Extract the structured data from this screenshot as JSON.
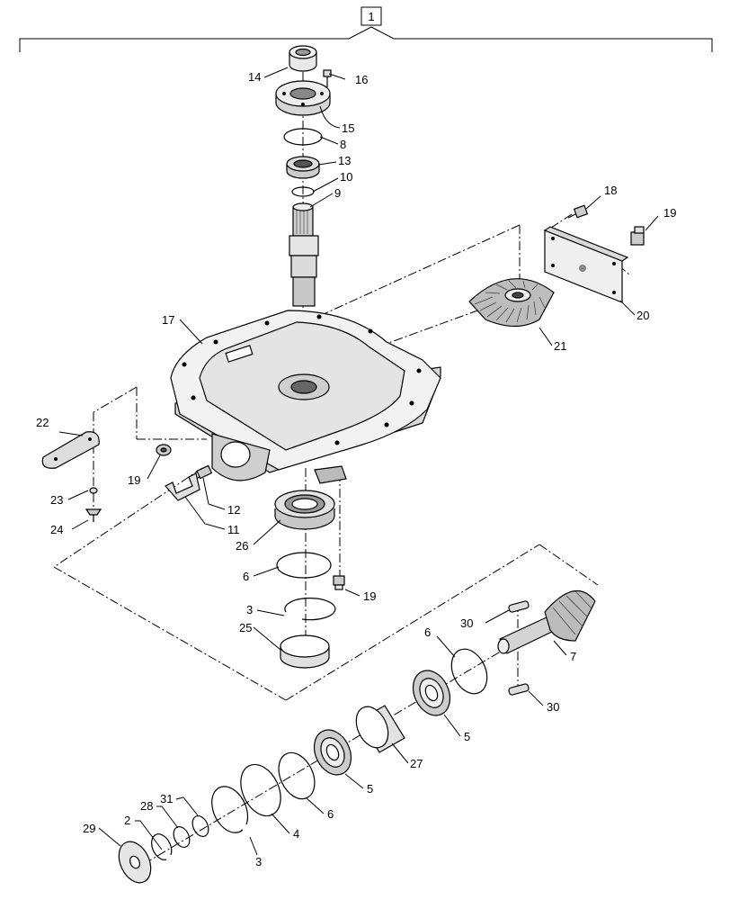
{
  "assembly_number": "1",
  "callouts": [
    {
      "id": "c14",
      "text": "14"
    },
    {
      "id": "c16",
      "text": "16"
    },
    {
      "id": "c15",
      "text": "15"
    },
    {
      "id": "c8",
      "text": "8"
    },
    {
      "id": "c13",
      "text": "13"
    },
    {
      "id": "c10",
      "text": "10"
    },
    {
      "id": "c9",
      "text": "9"
    },
    {
      "id": "c18",
      "text": "18"
    },
    {
      "id": "c19a",
      "text": "19"
    },
    {
      "id": "c20",
      "text": "20"
    },
    {
      "id": "c21",
      "text": "21"
    },
    {
      "id": "c17",
      "text": "17"
    },
    {
      "id": "c22",
      "text": "22"
    },
    {
      "id": "c19b",
      "text": "19"
    },
    {
      "id": "c23",
      "text": "23"
    },
    {
      "id": "c24",
      "text": "24"
    },
    {
      "id": "c12",
      "text": "12"
    },
    {
      "id": "c11",
      "text": "11"
    },
    {
      "id": "c26",
      "text": "26"
    },
    {
      "id": "c6a",
      "text": "6"
    },
    {
      "id": "c19c",
      "text": "19"
    },
    {
      "id": "c3a",
      "text": "3"
    },
    {
      "id": "c25",
      "text": "25"
    },
    {
      "id": "c30a",
      "text": "30"
    },
    {
      "id": "c6b",
      "text": "6"
    },
    {
      "id": "c7",
      "text": "7"
    },
    {
      "id": "c30b",
      "text": "30"
    },
    {
      "id": "c5a",
      "text": "5"
    },
    {
      "id": "c27",
      "text": "27"
    },
    {
      "id": "c5b",
      "text": "5"
    },
    {
      "id": "c6c",
      "text": "6"
    },
    {
      "id": "c4",
      "text": "4"
    },
    {
      "id": "c3b",
      "text": "3"
    },
    {
      "id": "c29",
      "text": "29"
    },
    {
      "id": "c2",
      "text": "2"
    },
    {
      "id": "c28",
      "text": "28"
    },
    {
      "id": "c31",
      "text": "31"
    }
  ]
}
